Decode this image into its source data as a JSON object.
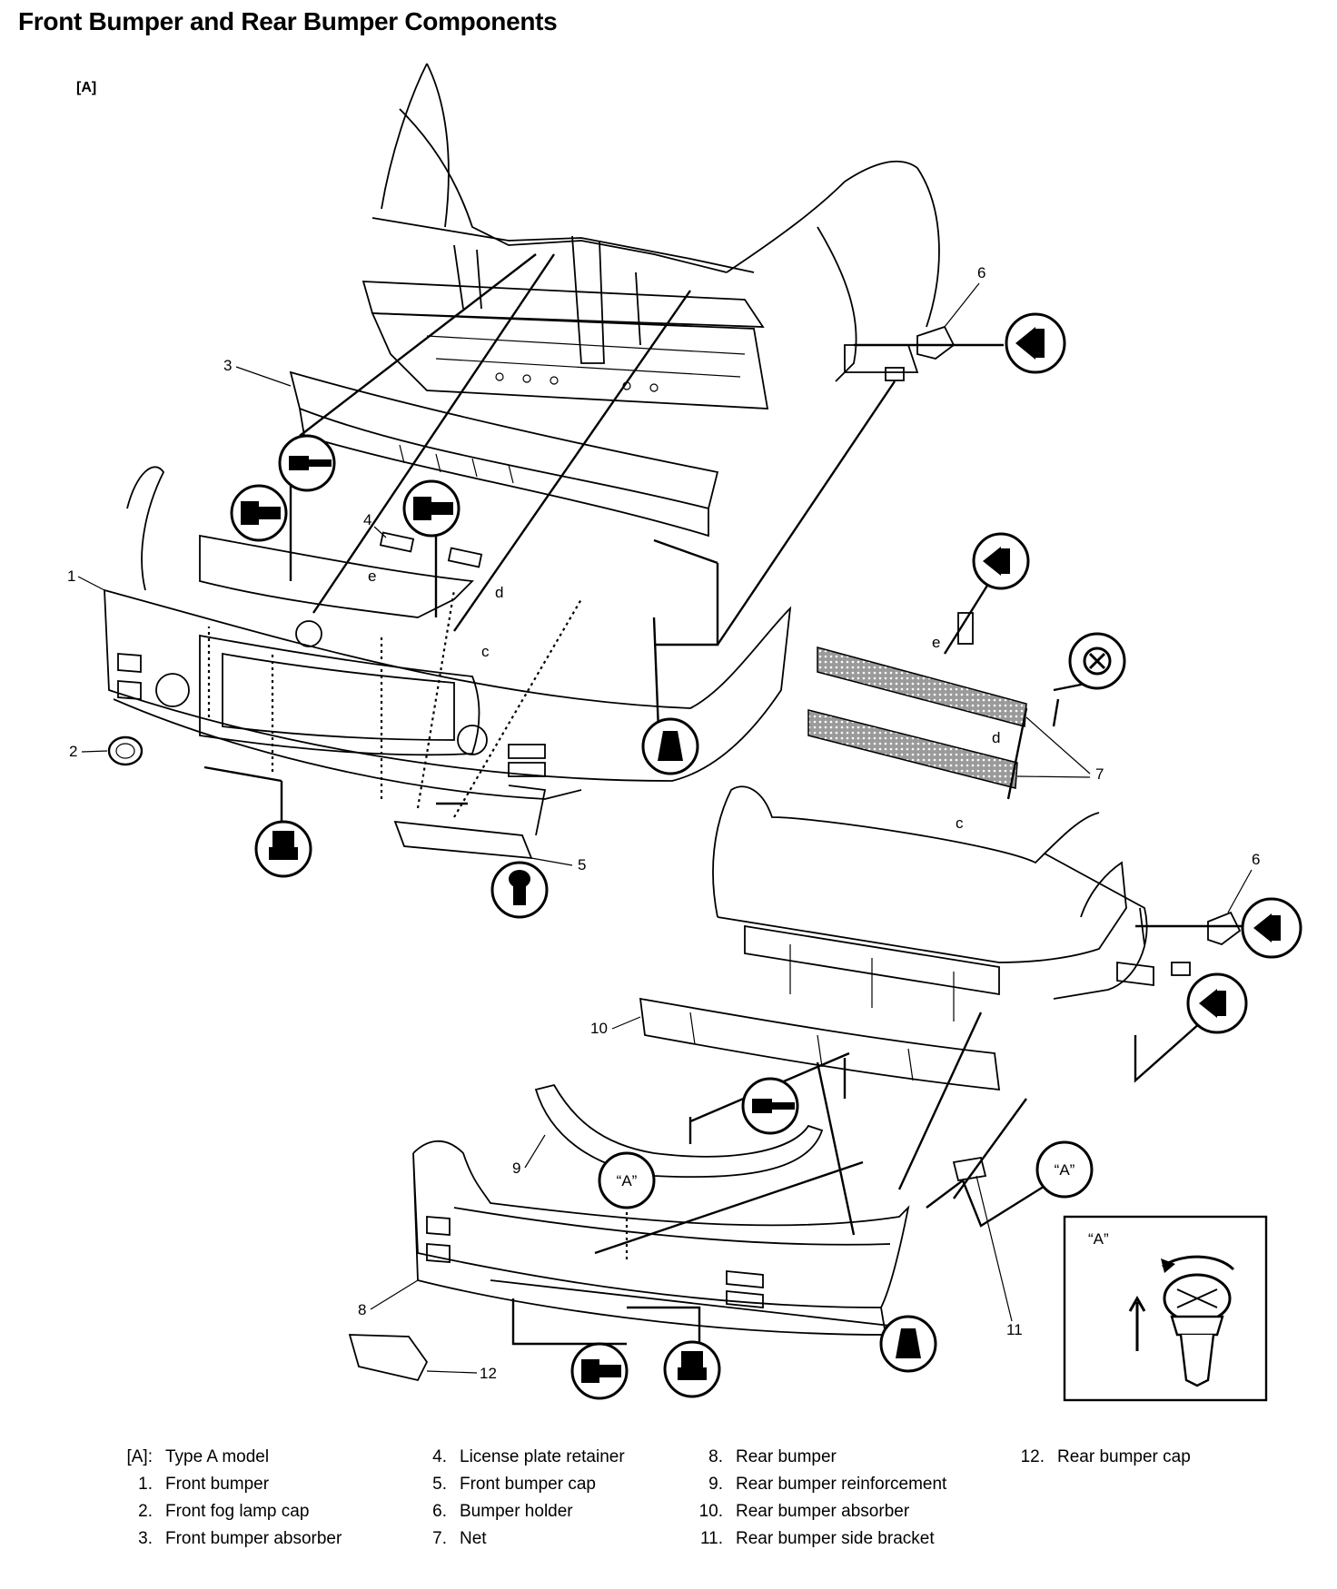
{
  "title": "Front Bumper and Rear Bumper Components",
  "variant_tag": "[A]",
  "callouts": {
    "n1": "1",
    "n2": "2",
    "n3": "3",
    "n4": "4",
    "n5": "5",
    "n6a": "6",
    "n6b": "6",
    "n7": "7",
    "n8": "8",
    "n9": "9",
    "n10": "10",
    "n11": "11",
    "n12": "12",
    "c1": "c",
    "c2": "c",
    "d1": "d",
    "d2": "d",
    "e1": "e",
    "e2": "e",
    "A1": "“A”",
    "A2": "“A”"
  },
  "detail_box_label": "“A”",
  "legend": [
    [
      {
        "num": "[A]:",
        "label": "Type A model"
      },
      {
        "num": "1.",
        "label": "Front bumper"
      },
      {
        "num": "2.",
        "label": "Front fog lamp cap"
      },
      {
        "num": "3.",
        "label": "Front bumper absorber"
      }
    ],
    [
      {
        "num": "4.",
        "label": "License plate retainer"
      },
      {
        "num": "5.",
        "label": "Front bumper cap"
      },
      {
        "num": "6.",
        "label": "Bumper holder"
      },
      {
        "num": "7.",
        "label": "Net"
      }
    ],
    [
      {
        "num": "8.",
        "label": "Rear bumper"
      },
      {
        "num": "9.",
        "label": "Rear bumper reinforcement"
      },
      {
        "num": "10.",
        "label": "Rear bumper absorber"
      },
      {
        "num": "11.",
        "label": "Rear bumper side bracket"
      }
    ],
    [
      {
        "num": "12.",
        "label": "Rear bumper cap"
      }
    ]
  ]
}
